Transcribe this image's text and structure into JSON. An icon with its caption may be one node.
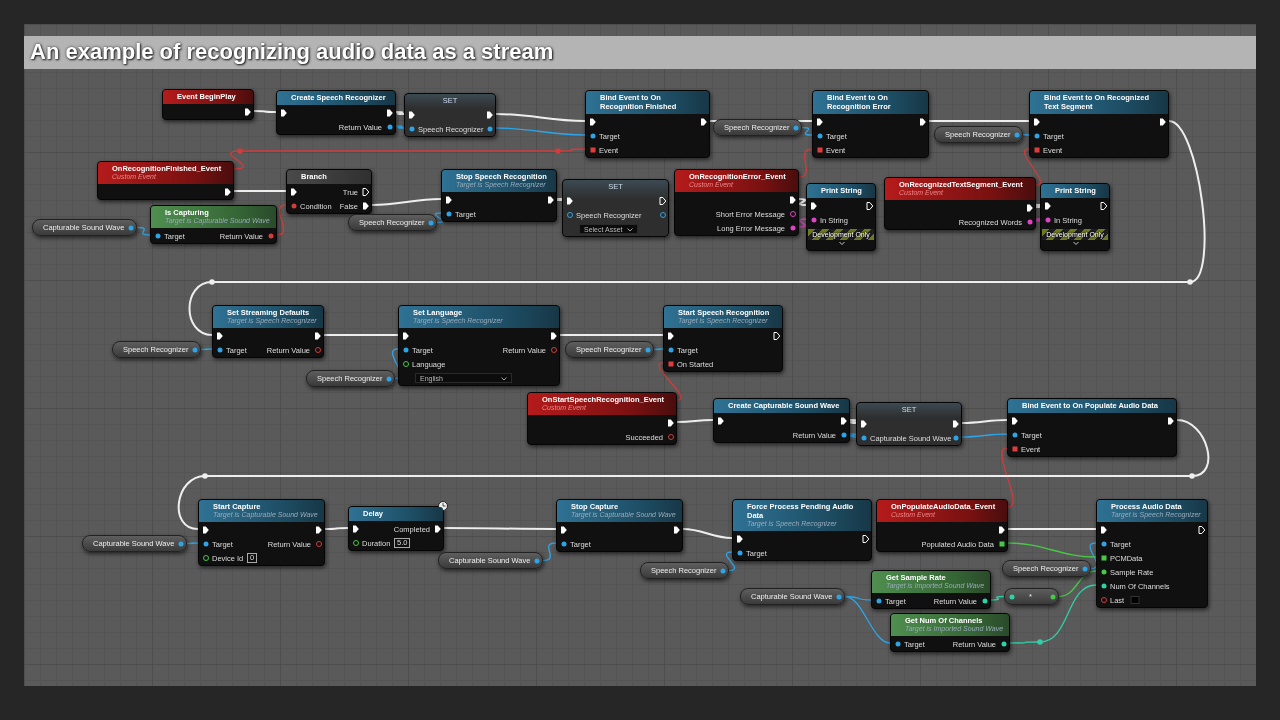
{
  "diagram": {
    "title": "An example of recognizing audio data as a stream",
    "nodes": [
      {
        "text": [
          "Event BeginPlay"
        ]
      },
      {
        "text": [
          "Create Speech Recognizer",
          "Return Value"
        ]
      },
      {
        "text": [
          "SET",
          "Speech Recognizer"
        ]
      },
      {
        "text": [
          "Bind Event to On Recognition Finished",
          "Target",
          "Event"
        ]
      },
      {
        "text": [
          "Speech Recognizer"
        ]
      },
      {
        "text": [
          "Bind Event to On Recognition Error",
          "Target",
          "Event"
        ]
      },
      {
        "text": [
          "Speech Recognizer"
        ]
      },
      {
        "text": [
          "Bind Event to On Recognized Text Segment",
          "Target",
          "Event"
        ]
      },
      {
        "text": [
          "OnRecognitionFinished_Event",
          "Custom Event"
        ]
      },
      {
        "text": [
          "Branch",
          "True",
          "Condition",
          "False"
        ]
      },
      {
        "text": [
          "Capturable Sound Wave"
        ]
      },
      {
        "text": [
          "Is Capturing",
          "Target is Capturable Sound Wave",
          "Target",
          "Return Value"
        ]
      },
      {
        "text": [
          "Stop Speech Recognition",
          "Target is Speech Recognizer",
          "Target"
        ]
      },
      {
        "text": [
          "Speech Recognizer"
        ]
      },
      {
        "text": [
          "SET",
          "Speech Recognizer",
          "Select Asset"
        ]
      },
      {
        "text": [
          "OnRecognitionError_Event",
          "Custom Event",
          "Short Error Message",
          "Long Error Message"
        ]
      },
      {
        "text": [
          "Print String",
          "In String",
          "Development Only"
        ]
      },
      {
        "text": [
          "OnRecognizedTextSegment_Event",
          "Custom Event",
          "Recognized Words"
        ]
      },
      {
        "text": [
          "Print String",
          "In String",
          "Development Only"
        ]
      },
      {
        "text": [
          "Set Streaming Defaults",
          "Target is Speech Recognizer",
          "Target",
          "Return Value"
        ]
      },
      {
        "text": [
          "Speech Recognizer"
        ]
      },
      {
        "text": [
          "Set Language",
          "Target is Speech Recognizer",
          "Target",
          "Return Value",
          "Language",
          "English"
        ]
      },
      {
        "text": [
          "Speech Recognizer"
        ]
      },
      {
        "text": [
          "Start Speech Recognition",
          "Target is Speech Recognizer",
          "Target",
          "On Started"
        ]
      },
      {
        "text": [
          "Speech Recognizer"
        ]
      },
      {
        "text": [
          "OnStartSpeechRecognition_Event",
          "Custom Event",
          "Succeeded"
        ]
      },
      {
        "text": [
          "Create Capturable Sound Wave",
          "Return Value"
        ]
      },
      {
        "text": [
          "SET",
          "Capturable Sound Wave"
        ]
      },
      {
        "text": [
          "Bind Event to On Populate Audio Data",
          "Target",
          "Event"
        ]
      },
      {
        "text": [
          "Start Capture",
          "Target is Capturable Sound Wave",
          "Target",
          "Return Value",
          "Device Id",
          "0"
        ]
      },
      {
        "text": [
          "Capturable Sound Wave"
        ]
      },
      {
        "text": [
          "Delay",
          "Completed",
          "Duration",
          "5.0"
        ]
      },
      {
        "text": [
          "Capturable Sound Wave"
        ]
      },
      {
        "text": [
          "Stop Capture",
          "Target is Capturable Sound Wave",
          "Target"
        ]
      },
      {
        "text": [
          "Speech Recognizer"
        ]
      },
      {
        "text": [
          "Force Process Pending Audio Data",
          "Target is Speech Recognizer",
          "Target"
        ]
      },
      {
        "text": [
          "OnPopulateAudioData_Event",
          "Custom Event",
          "Populated Audio Data"
        ]
      },
      {
        "text": [
          "Speech Recognizer"
        ]
      },
      {
        "text": [
          "Process Audio Data",
          "Target is Speech Recognizer",
          "Target",
          "PCMData",
          "Sample Rate",
          "Num Of Channels",
          "Last"
        ]
      },
      {
        "text": [
          "Capturable Sound Wave"
        ]
      },
      {
        "text": [
          "Get Sample Rate",
          "Target is Imported Sound Wave",
          "Target",
          "Return Value"
        ]
      },
      {
        "text": [
          "*"
        ]
      },
      {
        "text": [
          "Get Num Of Channels",
          "Target is Imported Sound Wave",
          "Target",
          "Return Value"
        ]
      }
    ],
    "edges": [
      {
        "from": 0,
        "to": 1,
        "arrow": "none"
      },
      {
        "from": 1,
        "to": 2,
        "arrow": "none"
      },
      {
        "from": 1,
        "to": 2,
        "arrow": "none",
        "color": "#2ea3e6"
      },
      {
        "from": 2,
        "to": 3,
        "arrow": "none"
      },
      {
        "from": 2,
        "to": 3,
        "arrow": "none",
        "color": "#2ea3e6"
      },
      {
        "from": 8,
        "to": 3,
        "arrow": "none",
        "color": "#d13c3c"
      },
      {
        "from": 3,
        "to": 5,
        "arrow": "none"
      },
      {
        "from": 4,
        "to": 5,
        "arrow": "none",
        "color": "#2ea3e6"
      },
      {
        "from": 15,
        "to": 5,
        "arrow": "none",
        "color": "#d13c3c"
      },
      {
        "from": 5,
        "to": 7,
        "arrow": "none"
      },
      {
        "from": 6,
        "to": 7,
        "arrow": "none",
        "color": "#2ea3e6"
      },
      {
        "from": 17,
        "to": 7,
        "arrow": "none",
        "color": "#d13c3c"
      },
      {
        "from": 7,
        "to": 19,
        "arrow": "none"
      },
      {
        "from": 8,
        "to": 9,
        "arrow": "none"
      },
      {
        "from": 10,
        "to": 11,
        "arrow": "none",
        "color": "#2ea3e6"
      },
      {
        "from": 11,
        "to": 9,
        "arrow": "none",
        "color": "#d13c3c"
      },
      {
        "from": 9,
        "to": 12,
        "arrow": "none"
      },
      {
        "from": 13,
        "to": 12,
        "arrow": "none",
        "color": "#2ea3e6"
      },
      {
        "from": 12,
        "to": 14,
        "arrow": "none"
      },
      {
        "from": 15,
        "to": 16,
        "arrow": "none"
      },
      {
        "from": 15,
        "to": 16,
        "arrow": "none",
        "color": "#e042c6"
      },
      {
        "from": 17,
        "to": 18,
        "arrow": "none"
      },
      {
        "from": 17,
        "to": 18,
        "arrow": "none",
        "color": "#e042c6"
      },
      {
        "from": 19,
        "to": 21,
        "arrow": "none"
      },
      {
        "from": 20,
        "to": 19,
        "arrow": "none",
        "color": "#2ea3e6"
      },
      {
        "from": 22,
        "to": 21,
        "arrow": "none",
        "color": "#2ea3e6"
      },
      {
        "from": 21,
        "to": 23,
        "arrow": "none"
      },
      {
        "from": 24,
        "to": 23,
        "arrow": "none",
        "color": "#2ea3e6"
      },
      {
        "from": 25,
        "to": 23,
        "arrow": "none",
        "color": "#d13c3c"
      },
      {
        "from": 25,
        "to": 26,
        "arrow": "none"
      },
      {
        "from": 26,
        "to": 27,
        "arrow": "none"
      },
      {
        "from": 26,
        "to": 27,
        "arrow": "none",
        "color": "#2ea3e6"
      },
      {
        "from": 27,
        "to": 28,
        "arrow": "none"
      },
      {
        "from": 27,
        "to": 28,
        "arrow": "none",
        "color": "#2ea3e6"
      },
      {
        "from": 36,
        "to": 28,
        "arrow": "none",
        "color": "#d13c3c"
      },
      {
        "from": 28,
        "to": 29,
        "arrow": "none"
      },
      {
        "from": 30,
        "to": 29,
        "arrow": "none",
        "color": "#2ea3e6"
      },
      {
        "from": 29,
        "to": 31,
        "arrow": "none"
      },
      {
        "from": 31,
        "to": 33,
        "arrow": "none"
      },
      {
        "from": 32,
        "to": 33,
        "arrow": "none",
        "color": "#2ea3e6"
      },
      {
        "from": 33,
        "to": 35,
        "arrow": "none"
      },
      {
        "from": 34,
        "to": 35,
        "arrow": "none",
        "color": "#2ea3e6"
      },
      {
        "from": 36,
        "to": 38,
        "arrow": "none"
      },
      {
        "from": 37,
        "to": 38,
        "arrow": "none",
        "color": "#2ea3e6"
      },
      {
        "from": 36,
        "to": 38,
        "arrow": "none",
        "color": "#47c947"
      },
      {
        "from": 39,
        "to": 40,
        "arrow": "none",
        "color": "#2ea3e6"
      },
      {
        "from": 39,
        "to": 42,
        "arrow": "none",
        "color": "#2ea3e6"
      },
      {
        "from": 40,
        "to": 41,
        "arrow": "none",
        "color": "#2fd1a6"
      },
      {
        "from": 41,
        "to": 38,
        "arrow": "none",
        "color": "#47c947"
      },
      {
        "from": 42,
        "to": 38,
        "arrow": "none",
        "color": "#2fd1a6"
      }
    ]
  }
}
